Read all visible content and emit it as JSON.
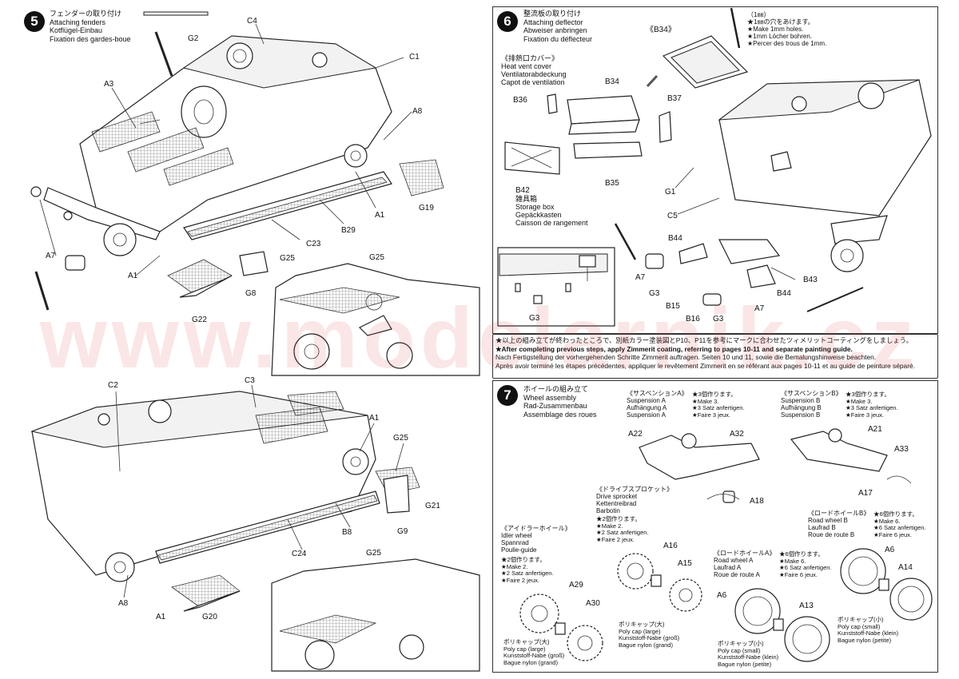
{
  "watermark": "www.modelarnik.cz",
  "step5": {
    "number": "5",
    "title_jp": "フェンダーの取り付け",
    "title_en": "Attaching fenders",
    "title_de": "Kotflügel-Einbau",
    "title_fr": "Fixation des gardes-boue",
    "labels": [
      "G2",
      "C4",
      "C1",
      "A3",
      "A8",
      "G19",
      "A1",
      "B29",
      "C23",
      "G25",
      "A7",
      "A1",
      "G8",
      "G22",
      "C2",
      "C3",
      "A1",
      "G25",
      "G21",
      "G9",
      "B8",
      "C24",
      "A8",
      "A1",
      "G20",
      "G25"
    ]
  },
  "step6": {
    "number": "6",
    "title_jp": "整流板の取り付け",
    "title_en": "Attaching deflector",
    "title_de": "Abweiser anbringen",
    "title_fr": "Fixation du déflecteur",
    "hole_note": [
      "（1㎜）",
      "★1㎜の穴をあけます。",
      "★Make 1mm holes.",
      "★1mm Löcher bohren.",
      "★Percer des trous de 1mm."
    ],
    "vent_cover": [
      "《排熱口カバー》",
      "Heat vent cover",
      "Ventilatorabdeckung",
      "Capot de ventilation"
    ],
    "storage_box": [
      "B42",
      "雑具箱",
      "Storage box",
      "Gepäckkasten",
      "Caisson de rangement"
    ],
    "labels": [
      "《B34》",
      "B34",
      "B36",
      "B37",
      "B35",
      "G1",
      "C5",
      "B44",
      "A7",
      "G3",
      "B15",
      "B16",
      "G3",
      "A7",
      "B44",
      "B43",
      "G3"
    ]
  },
  "note": [
    "★以上の組み立てが終わったところで、別紙カラー塗装図とP10、P11を参考にマークに合わせたツィメリットコーティングをしましょう。",
    "★After completing previous steps, apply Zimmerit coating, referring to pages 10-11 and separate painting guide.",
    "Nach Fertigstellung der vorhergehenden Schritte Zimmerit auftragen. Seiten 10 und 11, sowie die Bemalungshinweise beachten.",
    "Après avoir terminé les étapes précédentes, appliquer le revêtement Zimmerit en se référant aux pages 10-11 et au guide de peinture séparé."
  ],
  "step7": {
    "number": "7",
    "title_jp": "ホイールの組み立て",
    "title_en": "Wheel assembly",
    "title_de": "Rad-Zusammenbau",
    "title_fr": "Assemblage des roues",
    "suspA": [
      "《サスペンションA》",
      "Suspension A",
      "Aufhängung A",
      "Suspension A"
    ],
    "suspA_qty": [
      "★3個作ります。",
      "★Make 3.",
      "★3 Satz anfertigen.",
      "★Faire 3 jeux."
    ],
    "suspB": [
      "《サスペンションB》",
      "Suspension B",
      "Aufhängung B",
      "Suspension B"
    ],
    "suspB_qty": [
      "★3個作ります。",
      "★Make 3.",
      "★3 Satz anfertigen.",
      "★Faire 3 jeux."
    ],
    "sprocket": [
      "《ドライブスプロケット》",
      "Drive sprocket",
      "Kettentreibrad",
      "Barbotin"
    ],
    "sprocket_qty": [
      "★2個作ります。",
      "★Make 2.",
      "★2 Satz anfertigen.",
      "★Faire 2 jeux."
    ],
    "idler": [
      "《アイドラーホイール》",
      "Idler wheel",
      "Spannrad",
      "Poulie-guide"
    ],
    "idler_qty": [
      "★2個作ります。",
      "★Make 2.",
      "★2 Satz anfertigen.",
      "★Faire 2 jeux."
    ],
    "roadA": [
      "《ロードホイールA》",
      "Road wheel A",
      "Laufrad A",
      "Roue de route A"
    ],
    "roadA_qty": [
      "★6個作ります。",
      "★Make 6.",
      "★6 Satz anfertigen.",
      "★Faire 6 jeux."
    ],
    "roadB": [
      "《ロードホイールB》",
      "Road wheel B",
      "Laufrad B",
      "Roue de route B"
    ],
    "roadB_qty": [
      "★6個作ります。",
      "★Make 6.",
      "★6 Satz anfertigen.",
      "★Faire 6 jeux."
    ],
    "polycap_large": [
      "ポリキャップ(大)",
      "Poly cap (large)",
      "Kunststoff-Nabe (groß)",
      "Bague nylon (grand)"
    ],
    "polycap_small": [
      "ポリキャップ(小)",
      "Poly cap (small)",
      "Kunststoff-Nabe (klein)",
      "Bague nylon (petite)"
    ],
    "labels": [
      "A22",
      "A32",
      "A21",
      "A33",
      "A17",
      "A18",
      "A16",
      "A15",
      "A29",
      "A30",
      "A6",
      "A13",
      "A6",
      "A14"
    ]
  }
}
